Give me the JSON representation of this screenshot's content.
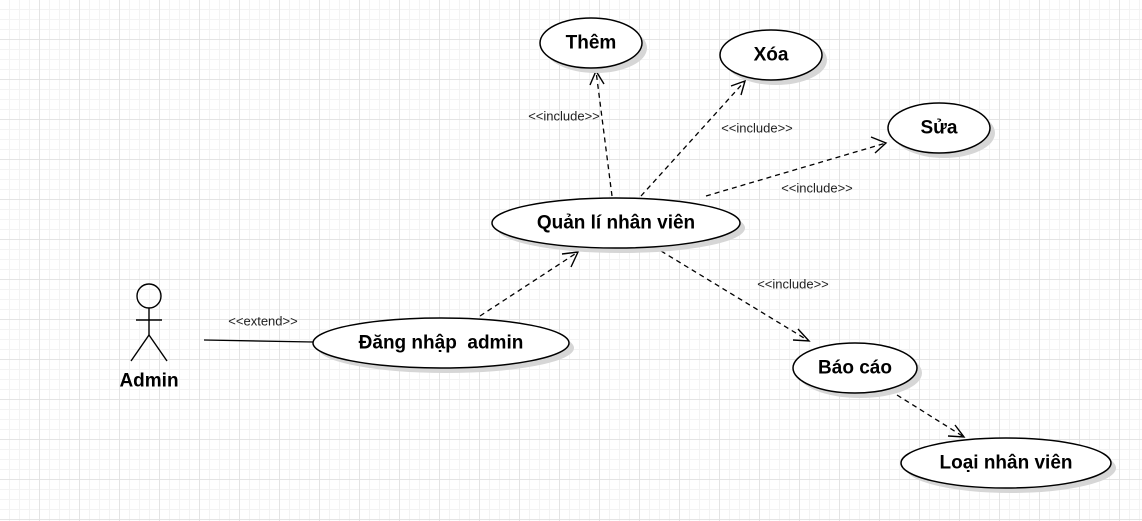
{
  "actor": {
    "label": "Admin"
  },
  "use_cases": {
    "them": "Thêm",
    "xoa": "Xóa",
    "sua": "Sửa",
    "quan_li": "Quản lí nhân viên",
    "dang_nhap": "Đăng nhập  admin",
    "bao_cao": "Báo cáo",
    "loai_nv": "Loại nhân viên"
  },
  "relations": {
    "include_them": "<<include>>",
    "include_xoa": "<<include>>",
    "include_sua": "<<include>>",
    "include_bao_cao": "<<include>>",
    "extend_login": "<<extend>>"
  }
}
